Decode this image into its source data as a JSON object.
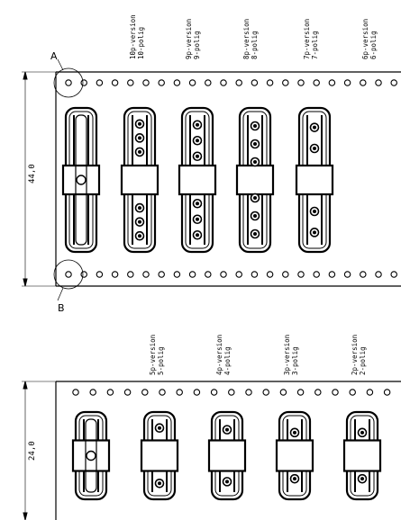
{
  "markers": {
    "a": "A",
    "b": "B"
  },
  "dimensions": {
    "top_height": "44,0",
    "bottom_height": "24,0"
  },
  "top_row_labels": [
    {
      "line1": "10p-version",
      "line2": "10-polig"
    },
    {
      "line1": "9p-version",
      "line2": "9-polig"
    },
    {
      "line1": "8p-version",
      "line2": "8-polig"
    },
    {
      "line1": "7p-version",
      "line2": "7-polig"
    },
    {
      "line1": "6p-version",
      "line2": "6-polig"
    }
  ],
  "bottom_row_labels": [
    {
      "line1": "5p-version",
      "line2": "5-polig"
    },
    {
      "line1": "4p-version",
      "line2": "4-polig"
    },
    {
      "line1": "3p-version",
      "line2": "3-polig"
    },
    {
      "line1": "2p-version",
      "line2": "2-polig"
    }
  ],
  "top_row_pins": [
    0,
    9,
    8,
    7,
    6
  ],
  "bottom_row_pins": [
    0,
    5,
    4,
    3,
    2
  ]
}
